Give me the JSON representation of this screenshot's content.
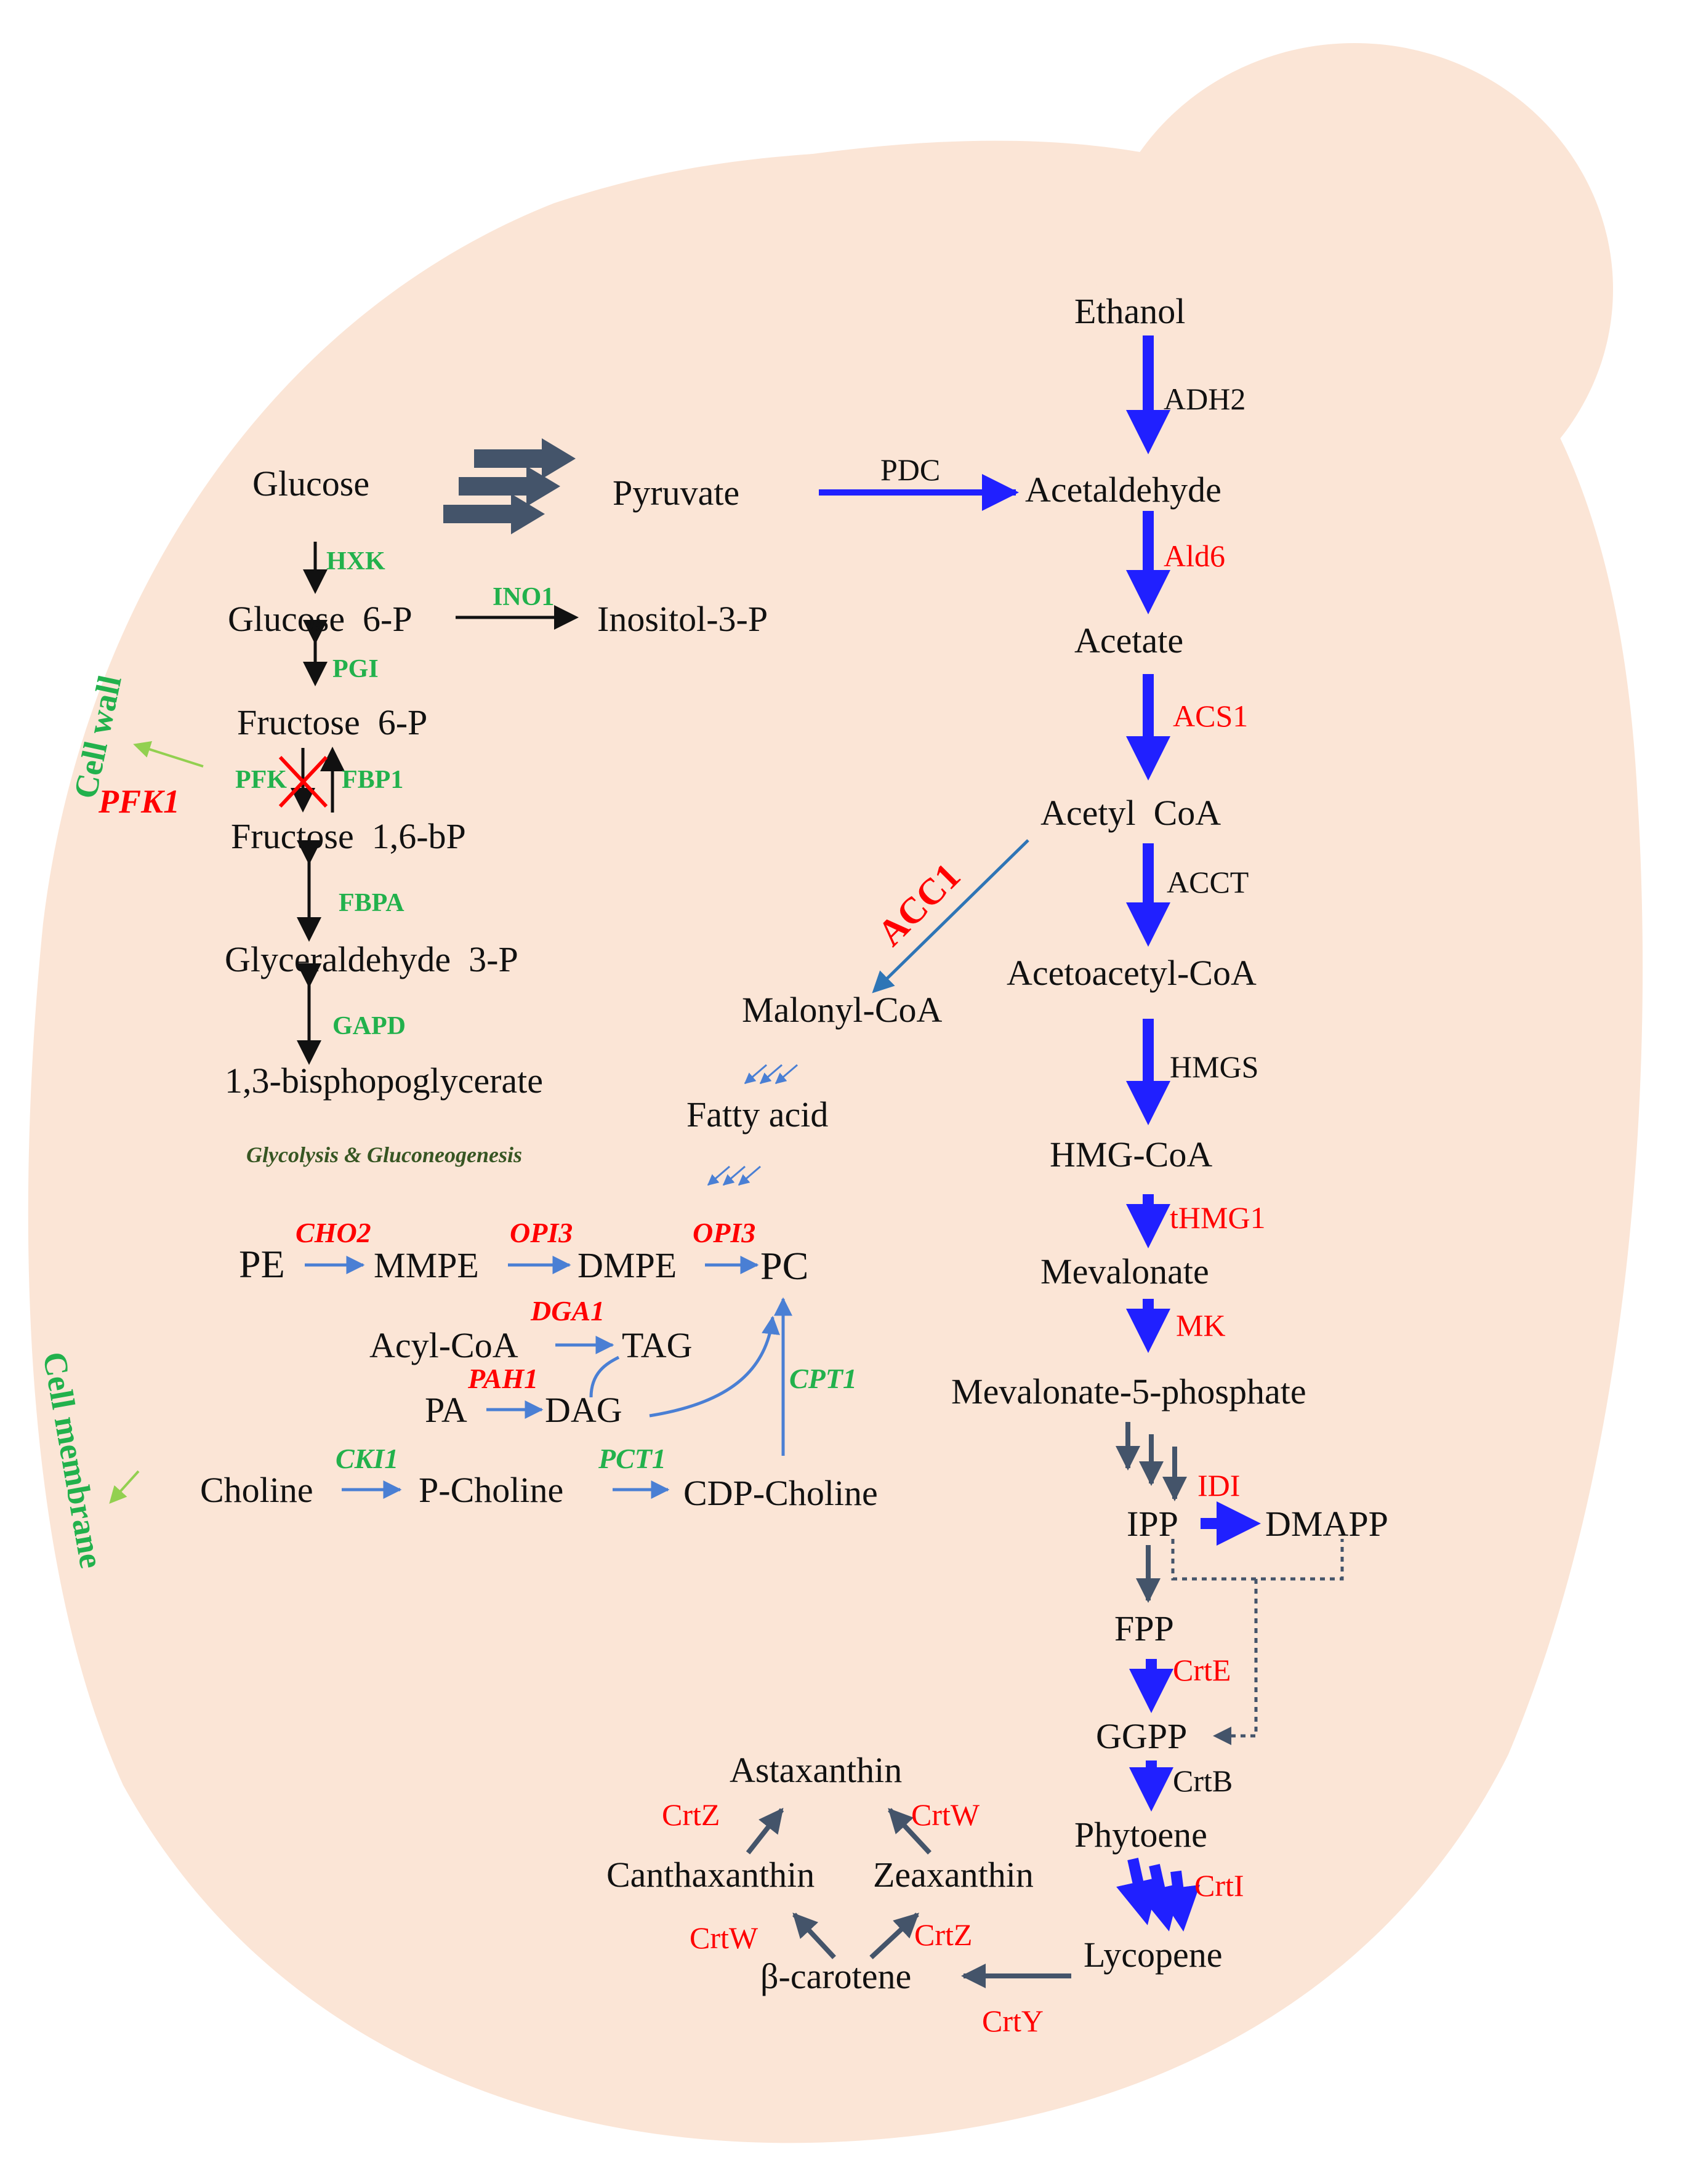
{
  "colors": {
    "cell": "#fbe5d6",
    "blue": "#2020ff",
    "lightblue": "#4a7fd4",
    "slate": "#44546a",
    "red": "#ff0000",
    "green": "#22b14c",
    "darkgreen": "#375623",
    "lightgreen": "#92d050"
  },
  "labels": {
    "cell_wall": "Cell wall",
    "cell_membrane": "Cell membrane",
    "glycolysis": "Glycolysis & Gluconeogenesis"
  },
  "metabolites": {
    "ethanol": "Ethanol",
    "glucose": "Glucose",
    "pyruvate": "Pyruvate",
    "acetaldehyde": "Acetaldehyde",
    "glucose6p": "Glucose  6-P",
    "inositol3p": "Inositol-3-P",
    "acetate": "Acetate",
    "fructose6p": "Fructose  6-P",
    "fructose16bp": "Fructose  1,6-bP",
    "acetylcoa": "Acetyl  CoA",
    "gap": "Glyceraldehyde  3-P",
    "acetoacetylcoa": "Acetoacetyl-CoA",
    "malonylcoa": "Malonyl-CoA",
    "bpg": "1,3-bisphopoglycerate",
    "fattyacid": "Fatty acid",
    "hmgcoa": "HMG-CoA",
    "pe": "PE",
    "mmpe": "MMPE",
    "dmpe": "DMPE",
    "pc": "PC",
    "mevalonate": "Mevalonate",
    "acylcoa": "Acyl-CoA",
    "tag": "TAG",
    "pa": "PA",
    "dag": "DAG",
    "mev5p": "Mevalonate-5-phosphate",
    "choline": "Choline",
    "pcholine": "P-Choline",
    "cdpcholine": "CDP-Choline",
    "ipp": "IPP",
    "dmapp": "DMAPP",
    "fpp": "FPP",
    "ggpp": "GGPP",
    "astaxanthin": "Astaxanthin",
    "phytoene": "Phytoene",
    "canthaxanthin": "Canthaxanthin",
    "zeaxanthin": "Zeaxanthin",
    "lycopene": "Lycopene",
    "betacarotene": "β-carotene"
  },
  "enzymes": {
    "adh2": "ADH2",
    "pdc": "PDC",
    "ald6": "Ald6",
    "hxk": "HXK",
    "ino1": "INO1",
    "pgi": "PGI",
    "acs1": "ACS1",
    "pfk": "PFK",
    "fbp1": "FBP1",
    "pfk1": "PFK1",
    "acct": "ACCT",
    "acc1": "ACC1",
    "fbpa": "FBPA",
    "gapd": "GAPD",
    "hmgs": "HMGS",
    "thmg1": "tHMG1",
    "cho2": "CHO2",
    "opi3a": "OPI3",
    "opi3b": "OPI3",
    "dga1": "DGA1",
    "mk": "MK",
    "pah1": "PAH1",
    "cpt1": "CPT1",
    "cki1": "CKI1",
    "pct1": "PCT1",
    "idi": "IDI",
    "crte": "CrtE",
    "crtb": "CrtB",
    "crtz_a": "CrtZ",
    "crtw_a": "CrtW",
    "crti": "CrtI",
    "crtw_b": "CrtW",
    "crtz_b": "CrtZ",
    "crty": "CrtY"
  }
}
